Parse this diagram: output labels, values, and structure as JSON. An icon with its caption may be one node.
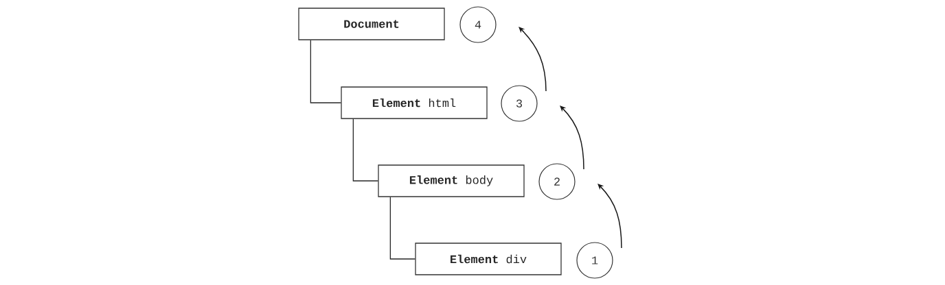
{
  "diagram": {
    "nodes": [
      {
        "text": [
          "Document"
        ]
      },
      {
        "text": [
          "**Element** html"
        ]
      },
      {
        "text": [
          "**Element** body"
        ]
      },
      {
        "text": [
          "**Element** div"
        ]
      },
      {
        "text": [
          "4"
        ]
      },
      {
        "text": [
          "3"
        ]
      },
      {
        "text": [
          "2"
        ]
      },
      {
        "text": [
          "1"
        ]
      }
    ],
    "edges": [
      {
        "from": 0,
        "to": 1,
        "arrow": "none"
      },
      {
        "from": 1,
        "to": 2,
        "arrow": "none"
      },
      {
        "from": 2,
        "to": 3,
        "arrow": "none"
      },
      {
        "from": 7,
        "to": 6,
        "arrow": "to"
      },
      {
        "from": 6,
        "to": 5,
        "arrow": "to"
      },
      {
        "from": 5,
        "to": 4,
        "arrow": "to"
      }
    ]
  }
}
